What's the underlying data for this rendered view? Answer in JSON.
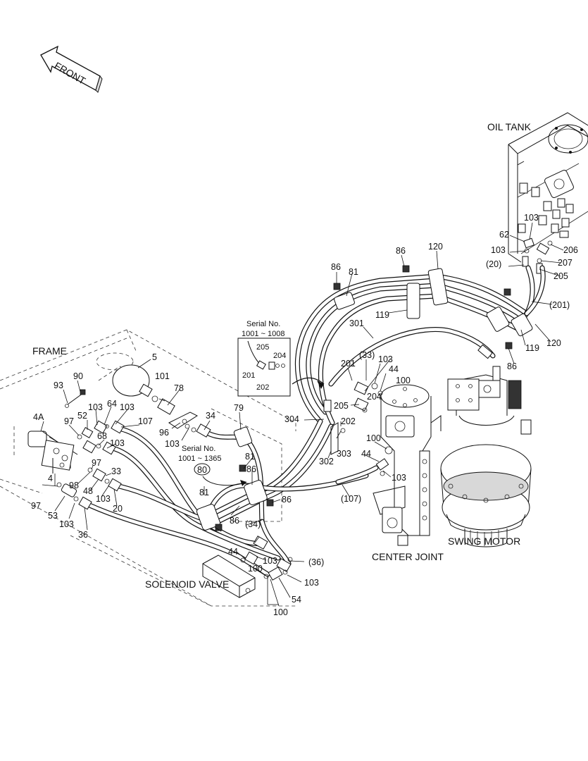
{
  "headings": {
    "front": "FRONT",
    "oil_tank": "OIL TANK",
    "frame": "FRAME",
    "solenoid_valve": "SOLENOID VALVE",
    "center_joint": "CENTER JOINT",
    "swing_motor": "SWING MOTOR"
  },
  "serial_boxes": {
    "box1_line1": "Serial No.",
    "box1_line2": "1001 ~ 1008",
    "box2_line1": "Serial No.",
    "box2_line2": "1001 ~ 1365"
  },
  "part_labels": {
    "l86a": "86",
    "l81a": "81",
    "l86b": "86",
    "l120a": "120",
    "l119a": "119",
    "l103tank": "103",
    "l62": "62",
    "l103tank2": "103",
    "l206": "206",
    "l20p": "(20)",
    "l207": "207",
    "l205tank": "205",
    "l201p": "(201)",
    "l119b": "119",
    "l120b": "120",
    "l86c": "86",
    "l301": "301",
    "l33p": "(33)",
    "l103cj": "103",
    "l201": "201",
    "l44a": "44",
    "l100a": "100",
    "l204": "204",
    "l205": "205",
    "l202": "202",
    "l304": "304",
    "l302": "302",
    "l303": "303",
    "l100b": "100",
    "l44b": "44",
    "l103b": "103",
    "l107p": "(107)",
    "s205": "205",
    "s204": "204",
    "s201": "201",
    "s202": "202",
    "l5": "5",
    "l101": "101",
    "l78": "78",
    "l34": "34",
    "l79": "79",
    "l96": "96",
    "l103c": "103",
    "l80": "80",
    "l81b": "81",
    "l81c": "81",
    "l86d": "86",
    "l86e": "86",
    "l86f": "86",
    "l34p": "(34)",
    "l90": "90",
    "l93": "93",
    "l4a": "4A",
    "l97a": "97",
    "l52": "52",
    "l103d": "103",
    "l64": "64",
    "l103e": "103",
    "l107": "107",
    "l68": "68",
    "l103f": "103",
    "l97b": "97",
    "l33": "33",
    "l98": "98",
    "l48": "48",
    "l4": "4",
    "l97c": "97",
    "l103g": "103",
    "l20": "20",
    "l53": "53",
    "l103h": "103",
    "l36": "36",
    "l44c": "44",
    "l103i": "103",
    "l36p": "(36)",
    "l100c": "100",
    "l103j": "103",
    "l54": "54",
    "l100d": "100"
  }
}
